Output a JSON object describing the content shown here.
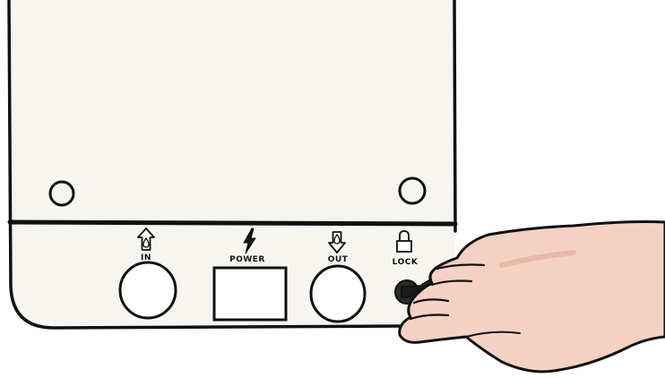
{
  "labels": {
    "in": "IN",
    "power": "POWER",
    "out": "OUT",
    "lock": "LOCK"
  },
  "icons": {
    "in": "arrow-up-droplet-icon",
    "power": "lightning-bolt-icon",
    "out": "arrow-down-droplet-icon",
    "lock": "padlock-icon"
  },
  "colors": {
    "device_body": "#f6f5ef",
    "outline": "#111111",
    "hand_skin": "#f4d2c3",
    "hand_shadow": "#e7b9a6",
    "background": "#ffffff"
  }
}
